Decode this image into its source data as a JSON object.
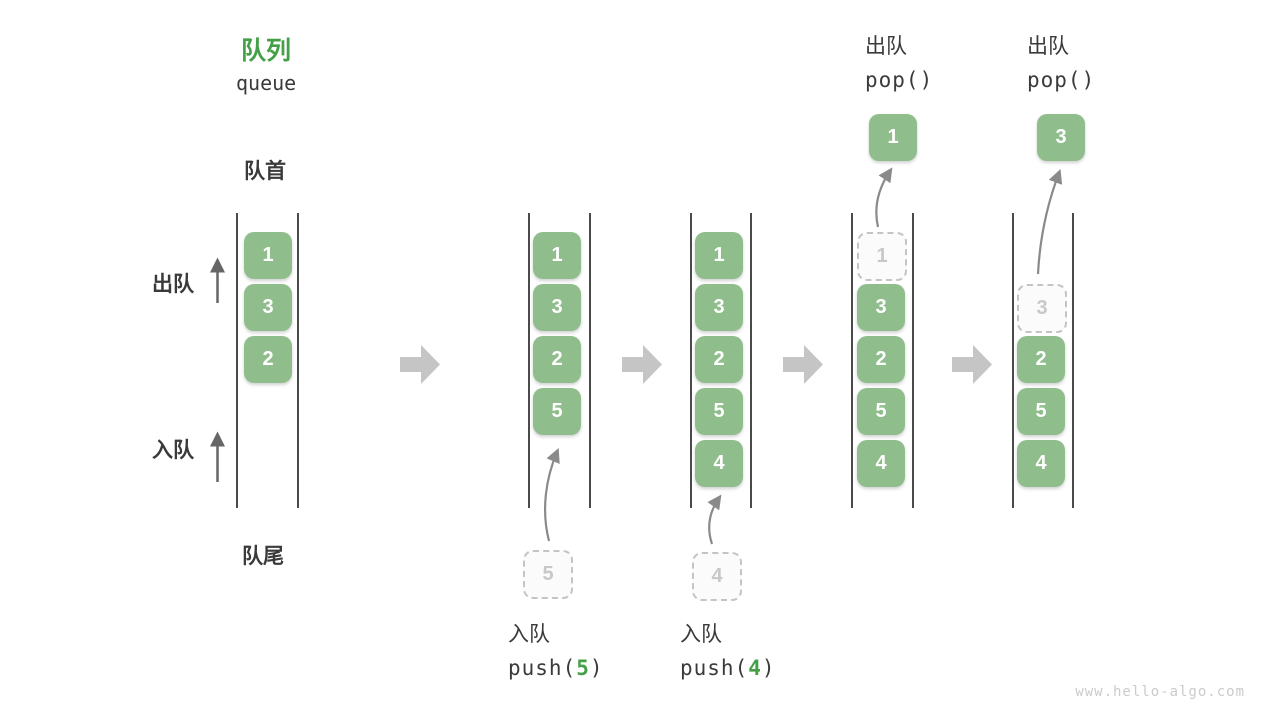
{
  "title": {
    "zh": "队列",
    "en": "queue"
  },
  "labels": {
    "front": "队首",
    "rear": "队尾",
    "dequeue": "出队",
    "enqueue": "入队"
  },
  "columns": [
    {
      "slots": [
        "1",
        "3",
        "2"
      ]
    },
    {
      "slots": [
        "1",
        "3",
        "2",
        "5"
      ]
    },
    {
      "slots": [
        "1",
        "3",
        "2",
        "5",
        "4"
      ]
    },
    {
      "ghost": "1",
      "slots": [
        "3",
        "2",
        "5",
        "4"
      ]
    },
    {
      "ghost": "3",
      "slots": [
        "2",
        "5",
        "4"
      ]
    }
  ],
  "pops": [
    {
      "label": "出队",
      "code": "pop()",
      "value": "1"
    },
    {
      "label": "出队",
      "code": "pop()",
      "value": "3"
    }
  ],
  "pushes": [
    {
      "label": "入队",
      "code_open": "push(",
      "arg": "5",
      "code_close": ")",
      "staged": "5"
    },
    {
      "label": "入队",
      "code_open": "push(",
      "arg": "4",
      "code_close": ")",
      "staged": "4"
    }
  ],
  "watermark": "www.hello-algo.com",
  "colors": {
    "box_green": "#8FBE8C",
    "title_green": "#43A047",
    "text_dark": "#3A3A3A",
    "arrow_block": "#C5C5C5",
    "arrow_line": "#8A8A8A",
    "ghost_border": "#C4C4C4",
    "ghost_text": "#C8C8C8",
    "line_dark": "#4A4A4A",
    "watermark_gray": "#CBCBCB"
  }
}
